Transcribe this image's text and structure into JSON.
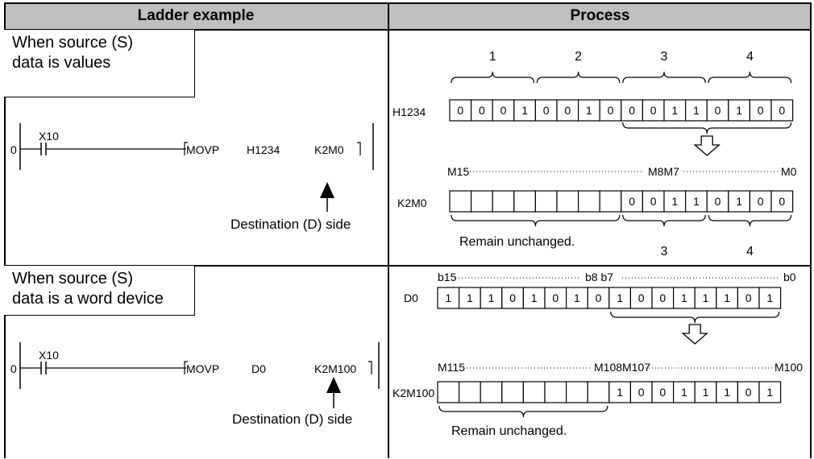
{
  "header": {
    "left": "Ladder example",
    "right": "Process"
  },
  "rows": [
    {
      "case_line1": "When source (S)",
      "case_line2": "data is values",
      "ladder": {
        "step": "0",
        "contact": "X10",
        "instruction": "MOVP",
        "source": "H1234",
        "dest": "K2M0"
      },
      "dest_label": "Destination (D) side",
      "process": {
        "group_labels": [
          "1",
          "2",
          "3",
          "4"
        ],
        "source_name": "H1234",
        "source_bits": [
          "0",
          "0",
          "0",
          "1",
          "0",
          "0",
          "1",
          "0",
          "0",
          "0",
          "1",
          "1",
          "0",
          "1",
          "0",
          "0"
        ],
        "range_left": "M15",
        "range_mid": "M8M7",
        "range_right": "M0",
        "dest_name": "K2M0",
        "dest_bits": [
          "",
          "",
          "",
          "",
          "",
          "",
          "",
          "",
          "0",
          "0",
          "1",
          "1",
          "0",
          "1",
          "0",
          "0"
        ],
        "remain_label": "Remain unchanged.",
        "bottom_labels": [
          "3",
          "4"
        ]
      }
    },
    {
      "case_line1": "When source (S)",
      "case_line2": "data is a word device",
      "ladder": {
        "step": "0",
        "contact": "X10",
        "instruction": "MOVP",
        "source": "D0",
        "dest": "K2M100"
      },
      "dest_label": "Destination (D) side",
      "process": {
        "range_top_left": "b15",
        "range_top_mid": "b8 b7",
        "range_top_right": "b0",
        "source_name": "D0",
        "source_bits": [
          "1",
          "1",
          "1",
          "0",
          "1",
          "0",
          "1",
          "0",
          "1",
          "0",
          "0",
          "1",
          "1",
          "1",
          "0",
          "1"
        ],
        "range_left": "M115",
        "range_mid": "M108M107",
        "range_right": "M100",
        "dest_name": "K2M100",
        "dest_bits": [
          "",
          "",
          "",
          "",
          "",
          "",
          "",
          "",
          "1",
          "0",
          "0",
          "1",
          "1",
          "1",
          "0",
          "1"
        ],
        "remain_label": "Remain unchanged."
      }
    }
  ]
}
